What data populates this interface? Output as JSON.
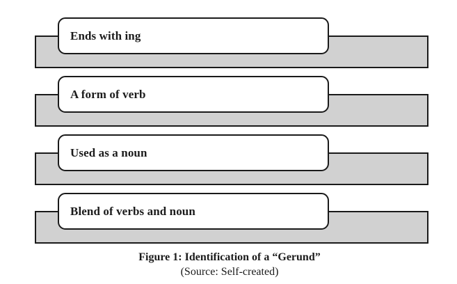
{
  "figure": {
    "rows": [
      {
        "label": "Ends with ing"
      },
      {
        "label": "A form of verb"
      },
      {
        "label": "Used as a noun"
      },
      {
        "label": "Blend of verbs and noun"
      }
    ],
    "caption": {
      "title": "Figure 1: Identification of a “Gerund”",
      "source": "(Source: Self-created)"
    },
    "colors": {
      "bar_fill": "#d1d1d1",
      "box_fill": "#ffffff",
      "border": "#1a1a1a",
      "text": "#1b1b1b",
      "background": "#ffffff"
    }
  }
}
